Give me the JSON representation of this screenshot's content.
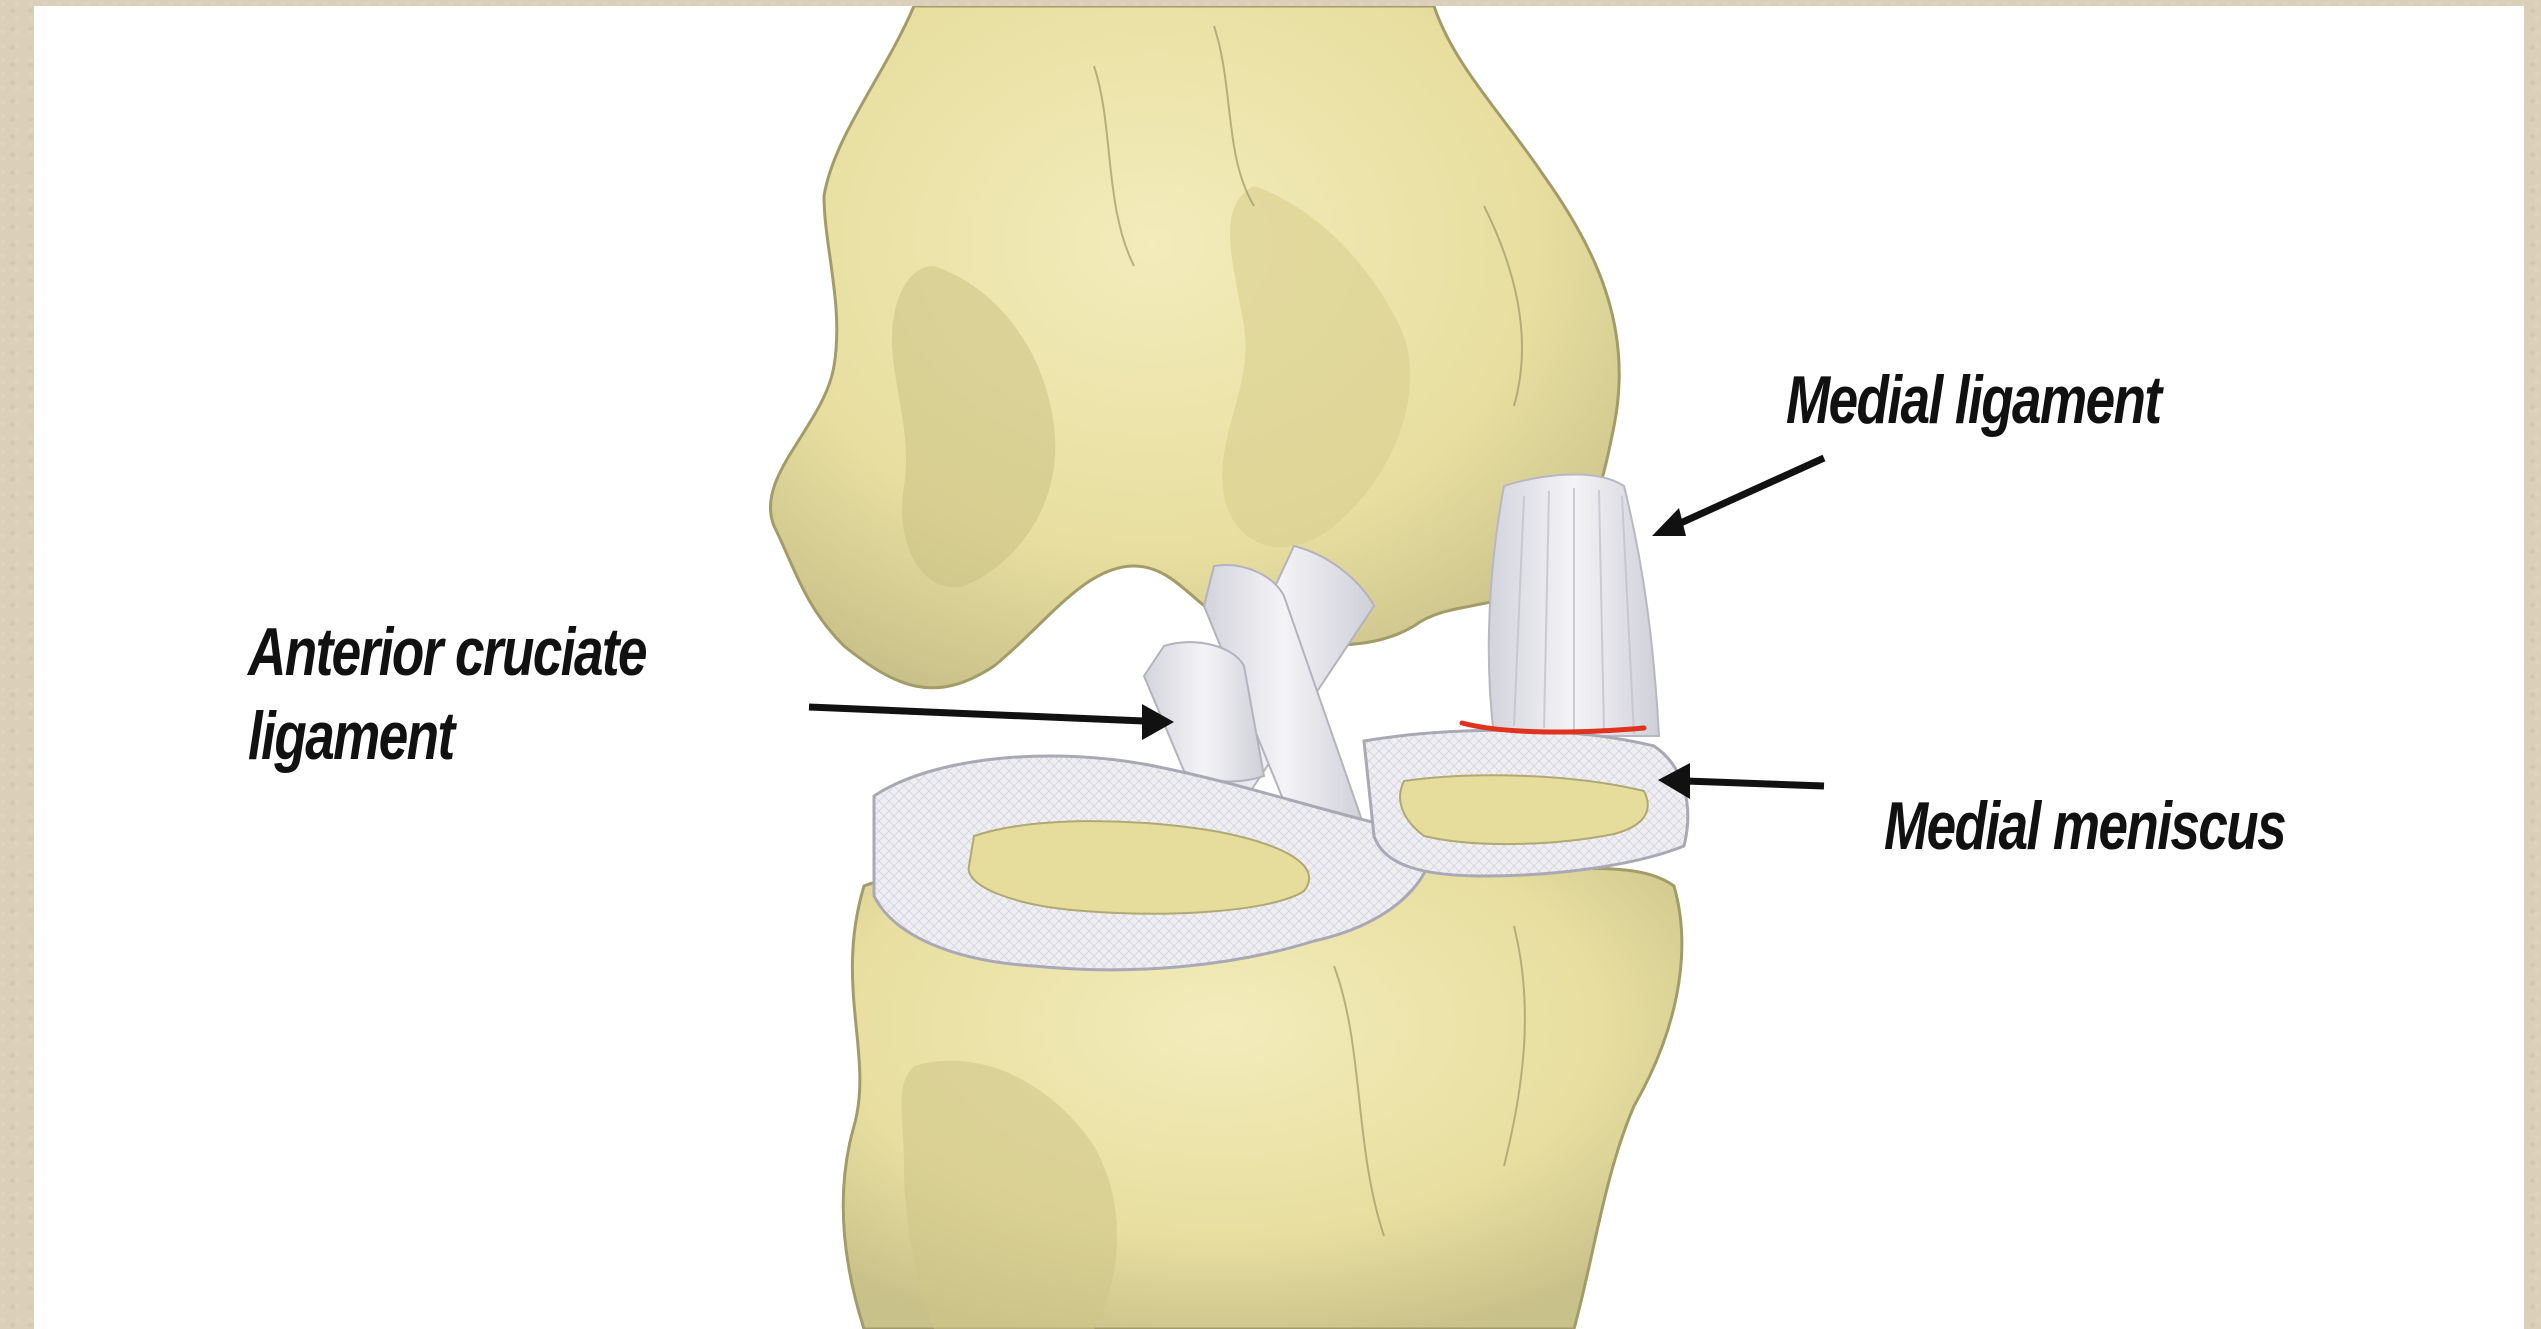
{
  "labels": {
    "medial_ligament": "Medial ligament",
    "acl_line1": "Anterior cruciate",
    "acl_line2": "ligament",
    "medial_meniscus": "Medial meniscus"
  },
  "colors": {
    "bone": "#ece4a8",
    "bone_shadow": "#b9b27a",
    "ligament": "#eeeef2",
    "ligament_shade": "#c9c9d3",
    "tear_mark": "#e0321e",
    "arrow": "#111111",
    "frame": "#dccfb9",
    "background": "#ffffff"
  },
  "icons": {
    "arrow": "arrow-icon"
  }
}
